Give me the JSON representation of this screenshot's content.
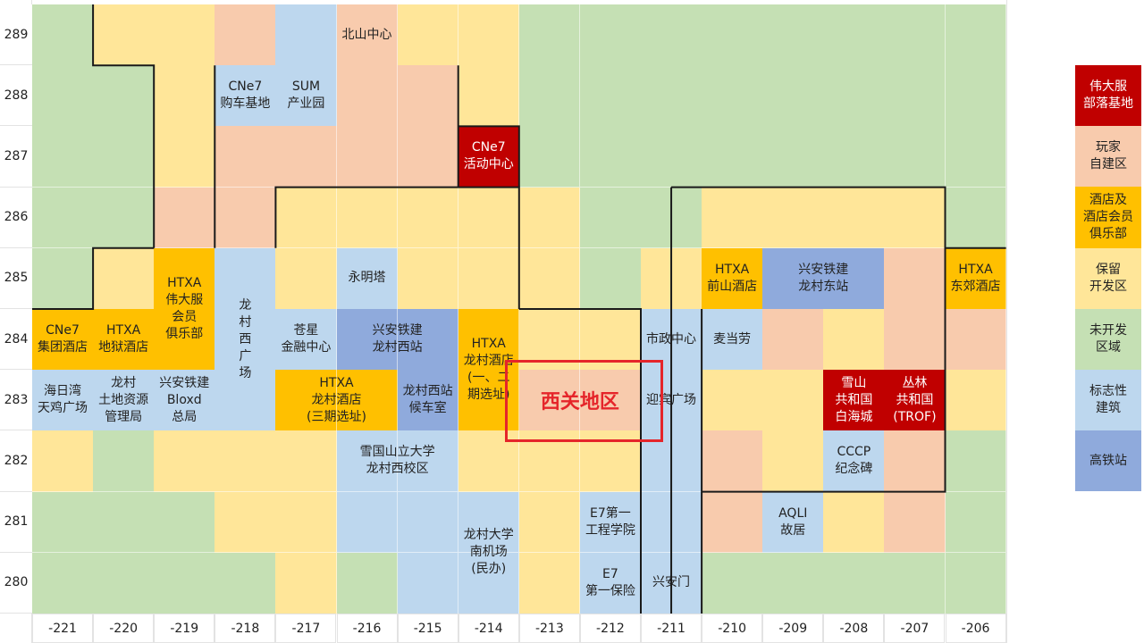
{
  "colors": {
    "tribe": "#c00000",
    "player": "#f8cbad",
    "hotel": "#ffc000",
    "reserved": "#ffe699",
    "undeveloped": "#c5e0b4",
    "landmark": "#bdd7ee",
    "station": "#8faadc",
    "highlight": "#e5252a"
  },
  "axes": {
    "x": [
      "-221",
      "-220",
      "-219",
      "-218",
      "-217",
      "-216",
      "-215",
      "-214",
      "-213",
      "-212",
      "-211",
      "-210",
      "-209",
      "-208",
      "-207",
      "-206"
    ],
    "y": [
      "289",
      "288",
      "287",
      "286",
      "285",
      "284",
      "283",
      "282",
      "281",
      "280"
    ]
  },
  "grid_rows": [
    "GPPRLRPPGGGGGGGG",
    "GGPLLRRPGGGGGGGG",
    "GGPRRRRTGGGGGGGG",
    "GGRRPPPPPGGPPPPG",
    "GPHLPLPPPGPHSSRH",
    "HHHLLSSHPPLLRPRR",
    "LLLLHHSHRRLPPTTP",
    "PGPPPLLPPPLRPLRG",
    "GGGPPLLLPLLRLPRG",
    "GGGGPGLLPLLGGGGG"
  ],
  "labels": [
    {
      "col": 5,
      "row": 0,
      "w": 1,
      "h": 1,
      "text": "北山中心"
    },
    {
      "col": 3,
      "row": 1,
      "w": 1,
      "h": 1,
      "text": "CNe7\n购车基地"
    },
    {
      "col": 4,
      "row": 1,
      "w": 1,
      "h": 1,
      "text": "SUM\n产业园"
    },
    {
      "col": 7,
      "row": 2,
      "w": 1,
      "h": 1,
      "text": "CNe7\n活动中心",
      "light": true
    },
    {
      "col": 5,
      "row": 4,
      "w": 1,
      "h": 1,
      "text": "永明塔"
    },
    {
      "col": 2,
      "row": 4,
      "w": 1,
      "h": 2,
      "text": "HTXA\n伟大服\n会员\n俱乐部"
    },
    {
      "col": 3,
      "row": 4,
      "w": 1,
      "h": 3,
      "text": "龙\n村\n西\n广\n场"
    },
    {
      "col": 11,
      "row": 4,
      "w": 1,
      "h": 1,
      "text": "HTXA\n前山酒店"
    },
    {
      "col": 12,
      "row": 4,
      "w": 2,
      "h": 1,
      "text": "兴安铁建\n龙村东站"
    },
    {
      "col": 15,
      "row": 4,
      "w": 1,
      "h": 1,
      "text": "HTXA\n东郊酒店"
    },
    {
      "col": 0,
      "row": 5,
      "w": 1,
      "h": 1,
      "text": "CNe7\n集团酒店"
    },
    {
      "col": 1,
      "row": 5,
      "w": 1,
      "h": 1,
      "text": "HTXA\n地狱酒店"
    },
    {
      "col": 4,
      "row": 5,
      "w": 1,
      "h": 1,
      "text": "苍星\n金融中心"
    },
    {
      "col": 5,
      "row": 5,
      "w": 2,
      "h": 1,
      "text": "兴安铁建\n龙村西站"
    },
    {
      "col": 7,
      "row": 5,
      "w": 1,
      "h": 2,
      "text": "HTXA\n龙村酒店\n(一、二\n期选址)"
    },
    {
      "col": 10,
      "row": 5,
      "w": 1,
      "h": 1,
      "text": "市政中心"
    },
    {
      "col": 11,
      "row": 5,
      "w": 1,
      "h": 1,
      "text": "麦当劳"
    },
    {
      "col": 0,
      "row": 6,
      "w": 1,
      "h": 1,
      "text": "海日湾\n天鸡广场"
    },
    {
      "col": 1,
      "row": 6,
      "w": 1,
      "h": 1,
      "text": "龙村\n土地资源\n管理局"
    },
    {
      "col": 2,
      "row": 6,
      "w": 1,
      "h": 1,
      "text": "兴安铁建\nBloxd\n总局"
    },
    {
      "col": 4,
      "row": 6,
      "w": 2,
      "h": 1,
      "text": "HTXA\n龙村酒店\n(三期选址)"
    },
    {
      "col": 6,
      "row": 6,
      "w": 1,
      "h": 1,
      "text": "龙村西站\n候车室"
    },
    {
      "col": 10,
      "row": 6,
      "w": 1,
      "h": 1,
      "text": "迎宾广场"
    },
    {
      "col": 13,
      "row": 6,
      "w": 1,
      "h": 1,
      "text": "雪山\n共和国\n白海城",
      "light": true
    },
    {
      "col": 14,
      "row": 6,
      "w": 1,
      "h": 1,
      "text": "丛林\n共和国\n(TROF)",
      "light": true
    },
    {
      "col": 13,
      "row": 7,
      "w": 1,
      "h": 1,
      "text": "CCCP\n纪念碑"
    },
    {
      "col": 5,
      "row": 7,
      "w": 2,
      "h": 1,
      "text": "雪国山立大学\n龙村西校区"
    },
    {
      "col": 7,
      "row": 8,
      "w": 1,
      "h": 2,
      "text": "龙村大学\n南机场\n(民办)"
    },
    {
      "col": 9,
      "row": 8,
      "w": 1,
      "h": 1,
      "text": "E7第一\n工程学院"
    },
    {
      "col": 12,
      "row": 8,
      "w": 1,
      "h": 1,
      "text": "AQLI\n故居"
    },
    {
      "col": 9,
      "row": 9,
      "w": 1,
      "h": 1,
      "text": "E7\n第一保险"
    },
    {
      "col": 10,
      "row": 9,
      "w": 1,
      "h": 1,
      "text": "兴安门"
    }
  ],
  "legend": [
    {
      "key": "tribe",
      "text": "伟大服\n部落基地",
      "light": true
    },
    {
      "key": "player",
      "text": "玩家\n自建区"
    },
    {
      "key": "hotel",
      "text": "酒店及\n酒店会员\n俱乐部"
    },
    {
      "key": "reserved",
      "text": "保留\n开发区"
    },
    {
      "key": "undeveloped",
      "text": "未开发\n区域"
    },
    {
      "key": "landmark",
      "text": "标志性\n建筑"
    },
    {
      "key": "station",
      "text": "高铁站"
    }
  ],
  "highlight": {
    "text": "西关地区"
  }
}
